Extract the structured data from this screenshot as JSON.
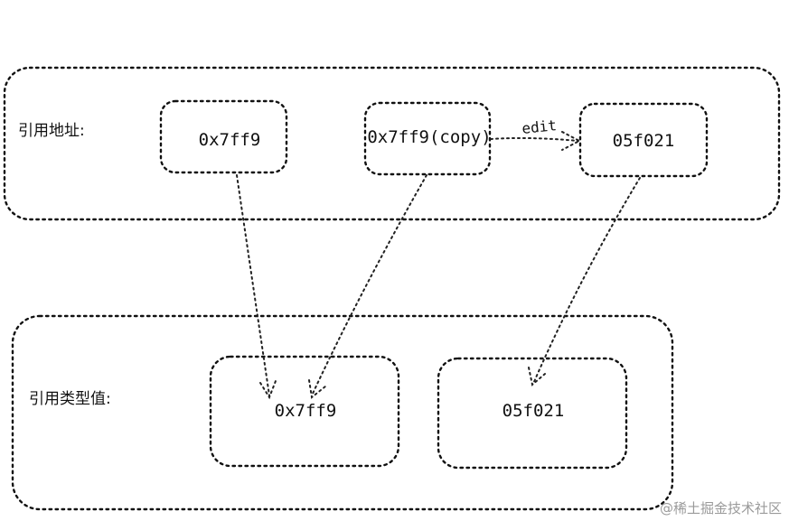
{
  "groups": {
    "address": {
      "label": "引用地址:"
    },
    "value": {
      "label": "引用类型值:"
    }
  },
  "address_nodes": {
    "original": "0x7ff9",
    "copy": "0x7ff9(copy)",
    "edited": "05f021"
  },
  "value_nodes": {
    "original": "0x7ff9",
    "new": "05f021"
  },
  "edges": {
    "edit_label": "edit"
  },
  "watermark": "@稀土掘金技术社区"
}
